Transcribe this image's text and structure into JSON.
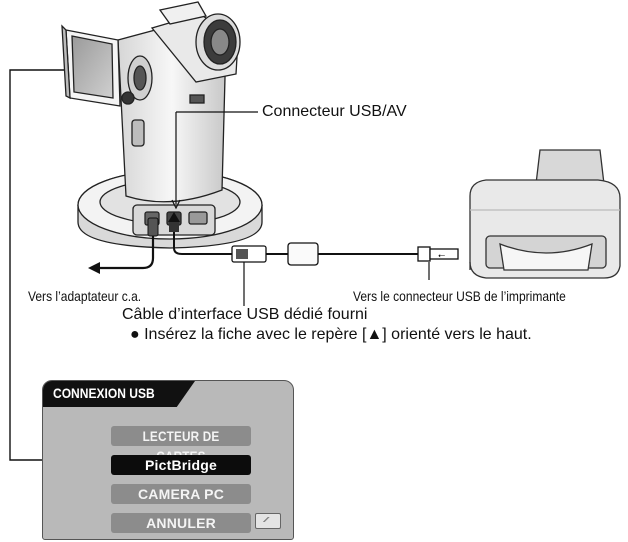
{
  "labels": {
    "usb_av_connector": "Connecteur USB/AV",
    "to_ac_adapter": "Vers l’adaptateur c.a.",
    "to_printer_usb": "Vers le connecteur USB de l’imprimante",
    "cable": "Câble d’interface USB dédié fourni",
    "note": "● Insérez la fiche avec le repère [▲]  orienté vers le haut."
  },
  "menu": {
    "title": "CONNEXION USB",
    "items": [
      {
        "label": "LECTEUR DE CARTES",
        "selected": false
      },
      {
        "label": "PictBridge",
        "selected": true
      },
      {
        "label": "CAMERA PC",
        "selected": false
      },
      {
        "label": "ANNULER",
        "selected": false
      }
    ],
    "battery_icon": "battery-icon"
  },
  "colors": {
    "line": "#111111",
    "device_fill": "#f2f2f2",
    "device_shade": "#cfcfcf",
    "menu_bg": "#b9b9b9",
    "menu_button": "#8c8c8c",
    "menu_selected": "#0c0c0c"
  }
}
